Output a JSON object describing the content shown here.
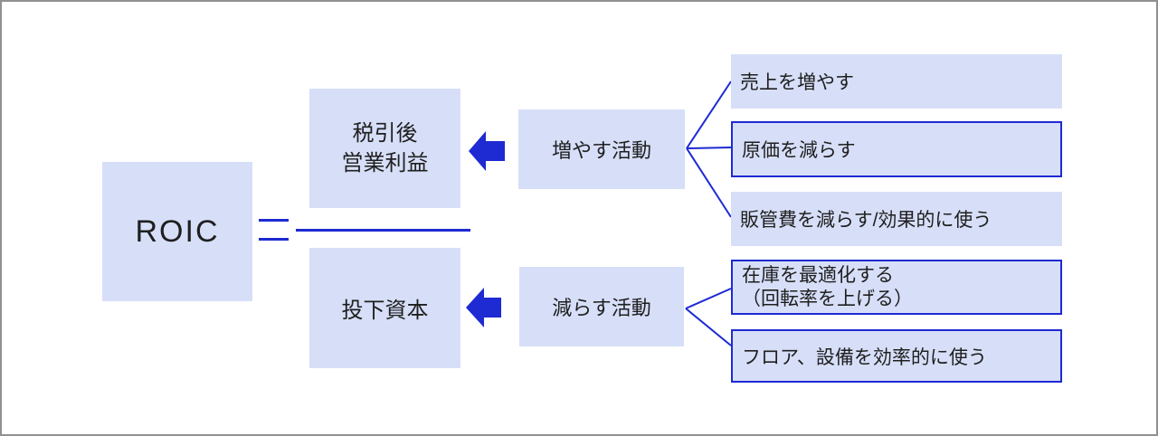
{
  "colors": {
    "box_fill": "#D7DFF8",
    "accent_blue": "#1E2AD2",
    "frame_border": "#909090",
    "text": "#1F1F1F",
    "background": "#FFFFFF"
  },
  "formula": {
    "result_label": "ROIC",
    "equals_symbol": "=",
    "numerator_line1": "税引後",
    "numerator_line2": "営業利益",
    "denominator": "投下資本"
  },
  "activities": {
    "increase_label": "増やす活動",
    "decrease_label": "減らす活動"
  },
  "actions": {
    "increase": [
      {
        "label": "売上を増やす",
        "bordered": false
      },
      {
        "label": "原価を減らす",
        "bordered": true
      },
      {
        "label": "販管費を減らす/効果的に使う",
        "bordered": false
      }
    ],
    "decrease": [
      {
        "label_line1": "在庫を最適化する",
        "label_line2": "（回転率を上げる）",
        "bordered": true
      },
      {
        "label": "フロア、設備を効率的に使う",
        "bordered": true
      }
    ]
  },
  "icons": {
    "left_block_arrow": "⬅",
    "equals": "=",
    "fraction_bar": "―",
    "connector": "fan-out-lines"
  }
}
